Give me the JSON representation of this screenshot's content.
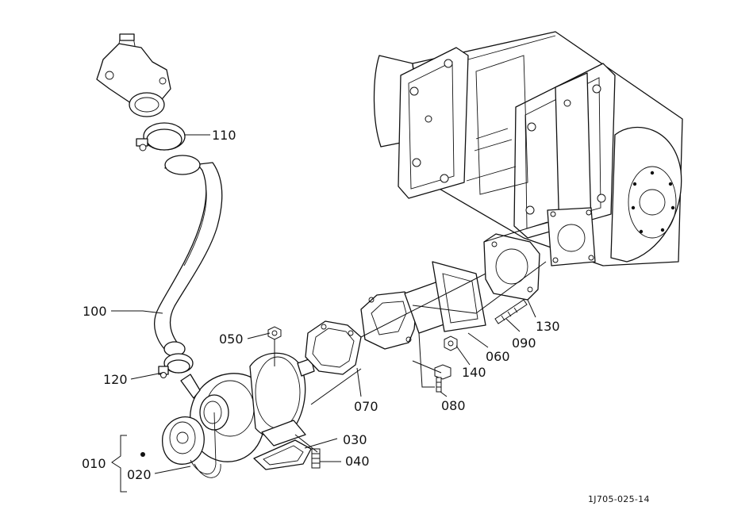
{
  "diagram": {
    "labels": {
      "p010": "010",
      "p020": "020",
      "p030": "030",
      "p040": "040",
      "p050": "050",
      "p060": "060",
      "p070": "070",
      "p080": "080",
      "p090": "090",
      "p100": "100",
      "p110": "110",
      "p120": "120",
      "p130": "130",
      "p140": "140"
    },
    "reference_code": "1J705-025-14"
  }
}
